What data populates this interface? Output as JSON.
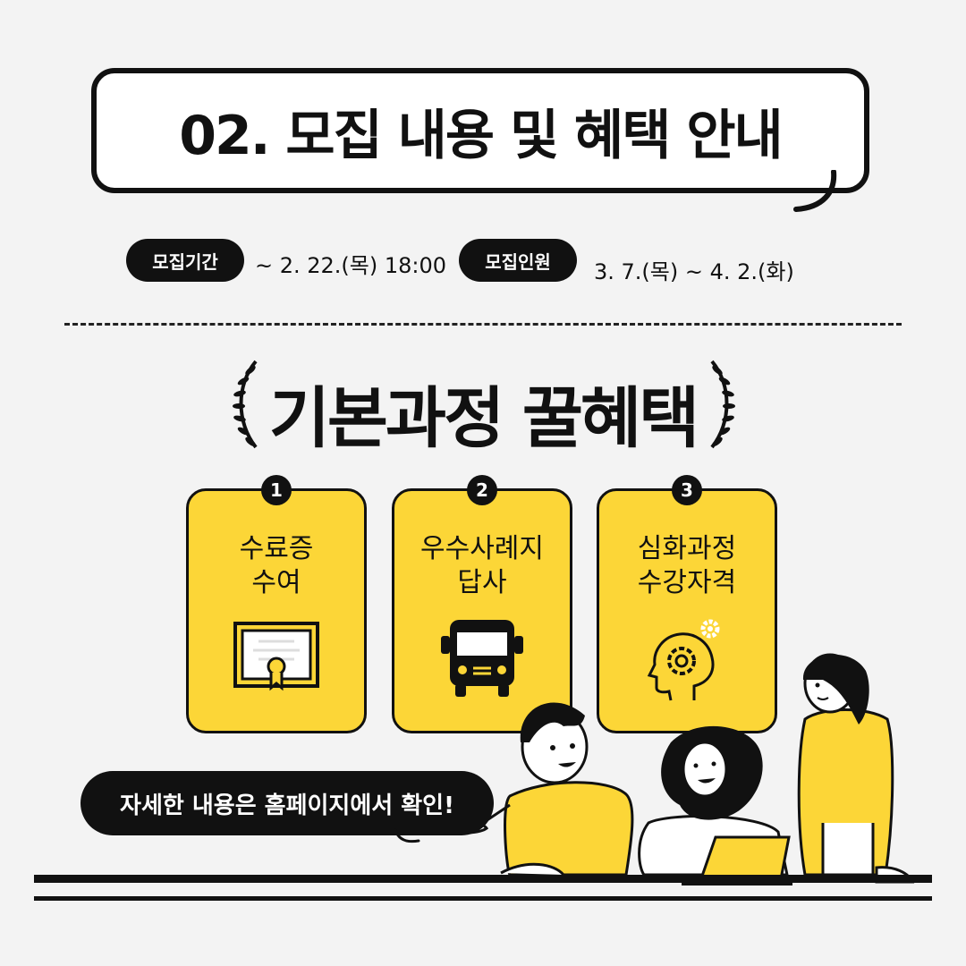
{
  "header": {
    "title": "02. 모집 내용 및 혜택 안내"
  },
  "schedule": {
    "period_label": "모집기간",
    "period_value": "~ 2. 22.(목) 18:00",
    "people_label": "모집인원",
    "people_value": "3. 7.(목) ~ 4. 2.(화)"
  },
  "section": {
    "heading": "기본과정 꿀혜택"
  },
  "benefits": [
    {
      "number": "1",
      "label": "수료증\n수여",
      "icon": "certificate-icon"
    },
    {
      "number": "2",
      "label": "우수사례지\n답사",
      "icon": "bus-icon"
    },
    {
      "number": "3",
      "label": "심화과정\n수강자격",
      "icon": "head-gear-icon"
    }
  ],
  "footer": {
    "bubble_text": "자세한 내용은 홈페이지에서 확인!"
  },
  "colors": {
    "accent": "#fcd637",
    "dark": "#111111",
    "background": "#f3f3f3"
  }
}
